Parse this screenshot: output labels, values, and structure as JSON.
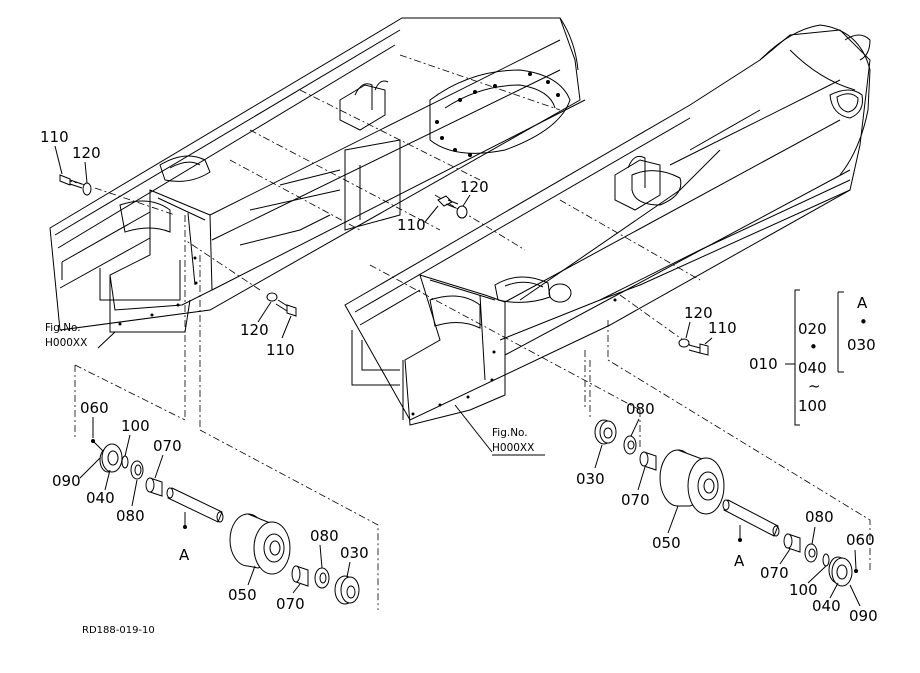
{
  "diagram": {
    "left_frame": {
      "bolt_label_top": "110",
      "washer_label_top": "120",
      "washer_label_bottom": "120",
      "bolt_label_bottom": "110",
      "fig_ref_line1": "Fig.No.",
      "fig_ref_line2": "H000XX"
    },
    "right_frame": {
      "washer_label_top": "120",
      "bolt_label_top": "110",
      "washer_label_side": "120",
      "bolt_label_side": "110",
      "fig_ref_line1": "Fig.No.",
      "fig_ref_line2": "H000XX"
    },
    "left_roller": {
      "plug": "060",
      "oring": "100",
      "cover": "090",
      "flange": "040",
      "seal": "080",
      "bushing": "070",
      "shaft_ref": "A",
      "roller": "050",
      "bushing_2": "070",
      "seal_2": "080",
      "collar": "030"
    },
    "right_roller": {
      "collar": "030",
      "seal": "080",
      "bushing": "070",
      "roller": "050",
      "shaft_ref": "A",
      "bushing_2": "070",
      "seal_2": "080",
      "oring": "100",
      "flange": "040",
      "plug": "060",
      "cover": "090"
    },
    "assembly_key": {
      "group_label": "010",
      "item_1": "020",
      "dot_1": "•",
      "item_2": "040",
      "tilde": "~",
      "item_3": "100",
      "ref_letter": "A",
      "dot_2": "•",
      "ref_item": "030"
    },
    "drawing_code": "RD188-019-10"
  }
}
